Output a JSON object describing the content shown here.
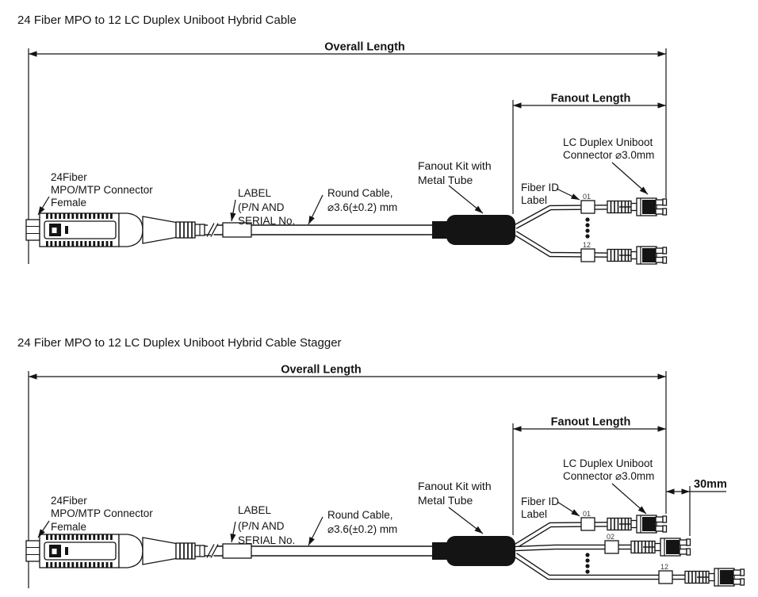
{
  "page": {
    "background": "#ffffff",
    "ink": "#141414",
    "fiber_id_ink": "#3c3c3c"
  },
  "diagrams": [
    {
      "title": "24 Fiber MPO to 12 LC Duplex Uniboot  Hybrid Cable",
      "overall_dim_label": "Overall Length",
      "fanout_dim_label": "Fanout Length",
      "mpo_label_lines": [
        "24Fiber",
        "MPO/MTP Connector",
        "Female"
      ],
      "cable_label_lines": [
        "LABEL",
        "(P/N AND",
        "SERIAL No."
      ],
      "round_cable_lines": [
        "Round Cable,",
        "⌀3.6(±0.2) mm"
      ],
      "fanout_kit_lines": [
        "Fanout Kit with",
        "Metal Tube"
      ],
      "fiber_id_lines": [
        "Fiber ID",
        "Label"
      ],
      "lc_connector_lines": [
        "LC Duplex Uniboot",
        "Connector  ⌀3.0mm"
      ],
      "fiber_ids": [
        "01",
        "12"
      ]
    },
    {
      "title": "24 Fiber MPO to 12 LC Duplex Uniboot  Hybrid Cable Stagger",
      "overall_dim_label": "Overall Length",
      "fanout_dim_label": "Fanout Length",
      "stagger_dim_label": "30mm",
      "mpo_label_lines": [
        "24Fiber",
        "MPO/MTP Connector",
        "Female"
      ],
      "cable_label_lines": [
        "LABEL",
        "(P/N AND",
        "SERIAL No."
      ],
      "round_cable_lines": [
        "Round Cable,",
        "⌀3.6(±0.2) mm"
      ],
      "fanout_kit_lines": [
        "Fanout Kit with",
        "Metal Tube"
      ],
      "fiber_id_lines": [
        "Fiber ID",
        "Label"
      ],
      "lc_connector_lines": [
        "LC Duplex Uniboot",
        "Connector  ⌀3.0mm"
      ],
      "fiber_ids": [
        "01",
        "02",
        "12"
      ]
    }
  ]
}
